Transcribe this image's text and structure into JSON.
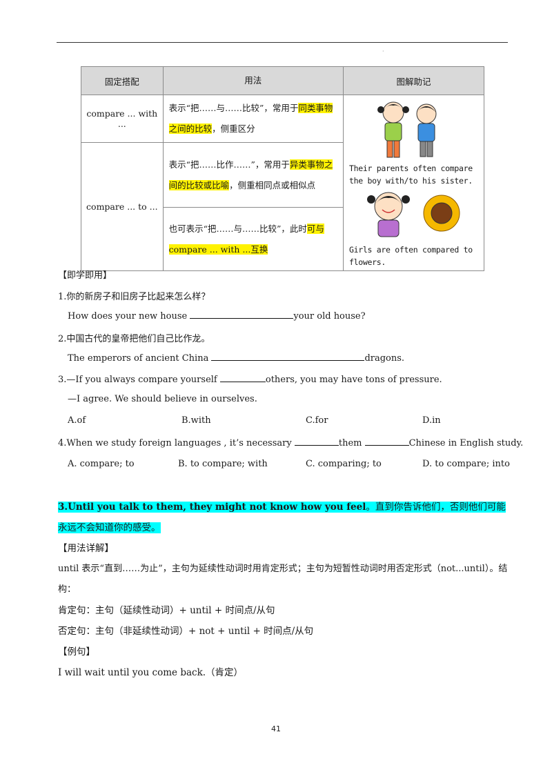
{
  "table": {
    "headers": [
      "固定搭配",
      "用法",
      "图解助记"
    ],
    "row1": {
      "phrase": "compare ... with ...",
      "usage_pre": "表示“把……与……比较”，常用于",
      "usage_hl": "同类事物之间的比较",
      "usage_post": "，侧重区分"
    },
    "row2": {
      "phrase": "compare ... to ...",
      "usage_a_pre": "表示“把……比作……”，常用于",
      "usage_a_hl": "异类事物之间的比较或比喻",
      "usage_a_post": "，侧重相同点或相似点",
      "usage_b_pre": "也可表示“把……与……比较”，此时",
      "usage_b_hl": "可与 compare ... with ...互换"
    },
    "caption1": "Their parents often compare the boy with/to his sister.",
    "caption2": "Girls are often compared to flowers."
  },
  "practice": {
    "heading": "【即学即用】",
    "q1": "1.你的新房子和旧房子比起来怎么样？",
    "q1_en_pre": "How does your new house ",
    "q1_en_post": "your old house?",
    "q2": "2.中国古代的皇帝把他们自己比作龙。",
    "q2_en_pre": "The emperors of ancient China ",
    "q2_en_post": "dragons.",
    "q3_pre": "3.—If you always compare yourself ",
    "q3_post": "others, you may have tons of pressure.",
    "q3_reply": "—I agree. We should believe in ourselves.",
    "q3_options": [
      "A.of",
      "B.with",
      "C.for",
      "D.in"
    ],
    "q4_pre": "4.When we study foreign languages , it’s necessary ",
    "q4_mid": "them ",
    "q4_post": "Chinese in English study.",
    "q4_options": [
      "A. compare; to",
      "B. to compare; with",
      "C. comparing; to",
      "D. to compare; into"
    ]
  },
  "section3": {
    "title_en": "3.Until you talk to them, they might not know how you feel",
    "title_cn": "。直到你告诉他们，否则他们可能永远不会知道你的感受。",
    "usage_heading": "【用法详解】",
    "usage_text": "until 表示“直到……为止”，主句为延续性动词时用肯定形式；主句为短暂性动词时用否定形式（not...until）。结构：",
    "affirmative": "肯定句：主句（延续性动词）+ until + 时间点/从句",
    "negative": "否定句：主句（非延续性动词）+ not + until + 时间点/从句",
    "example_heading": "【例句】",
    "example": "I will wait until you come back.（肯定）"
  },
  "page_number": "41"
}
